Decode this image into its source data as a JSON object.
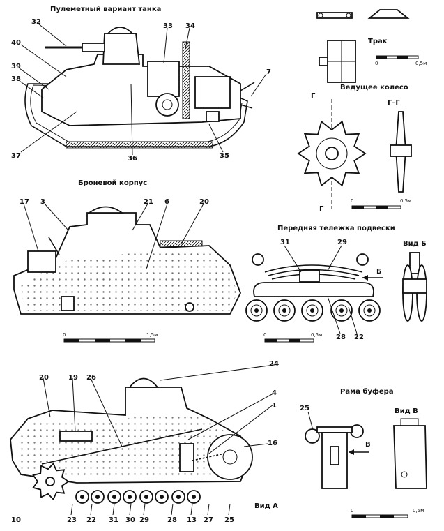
{
  "titles": {
    "mg_variant": "Пулеметный вариант танка",
    "track": "Трак",
    "drive_wheel": "Ведущее колесо",
    "section": "Г–Г",
    "section_mark": "Г",
    "armor_hull": "Броневой корпус",
    "front_bogie": "Передняя тележка подвески",
    "view_b": "Вид Б",
    "arrow_b": "Б",
    "buffer_frame": "Рама буфера",
    "view_v": "Вид В",
    "arrow_v": "В",
    "view_a": "Вид А"
  },
  "scales": {
    "zero": "0",
    "half_m": "0,5м",
    "one_half_m": "1,5м"
  },
  "callouts_top": [
    "32",
    "40",
    "39",
    "38",
    "37",
    "33",
    "34",
    "7",
    "36",
    "35"
  ],
  "callouts_hull": [
    "17",
    "3",
    "21",
    "6",
    "20"
  ],
  "callouts_bogie": [
    "31",
    "29",
    "28",
    "22"
  ],
  "callouts_bottom": [
    "24",
    "20",
    "19",
    "26",
    "4",
    "1",
    "16",
    "10",
    "23",
    "22",
    "31",
    "30",
    "29",
    "28",
    "13",
    "27",
    "25"
  ],
  "callouts_buffer": [
    "25"
  ]
}
